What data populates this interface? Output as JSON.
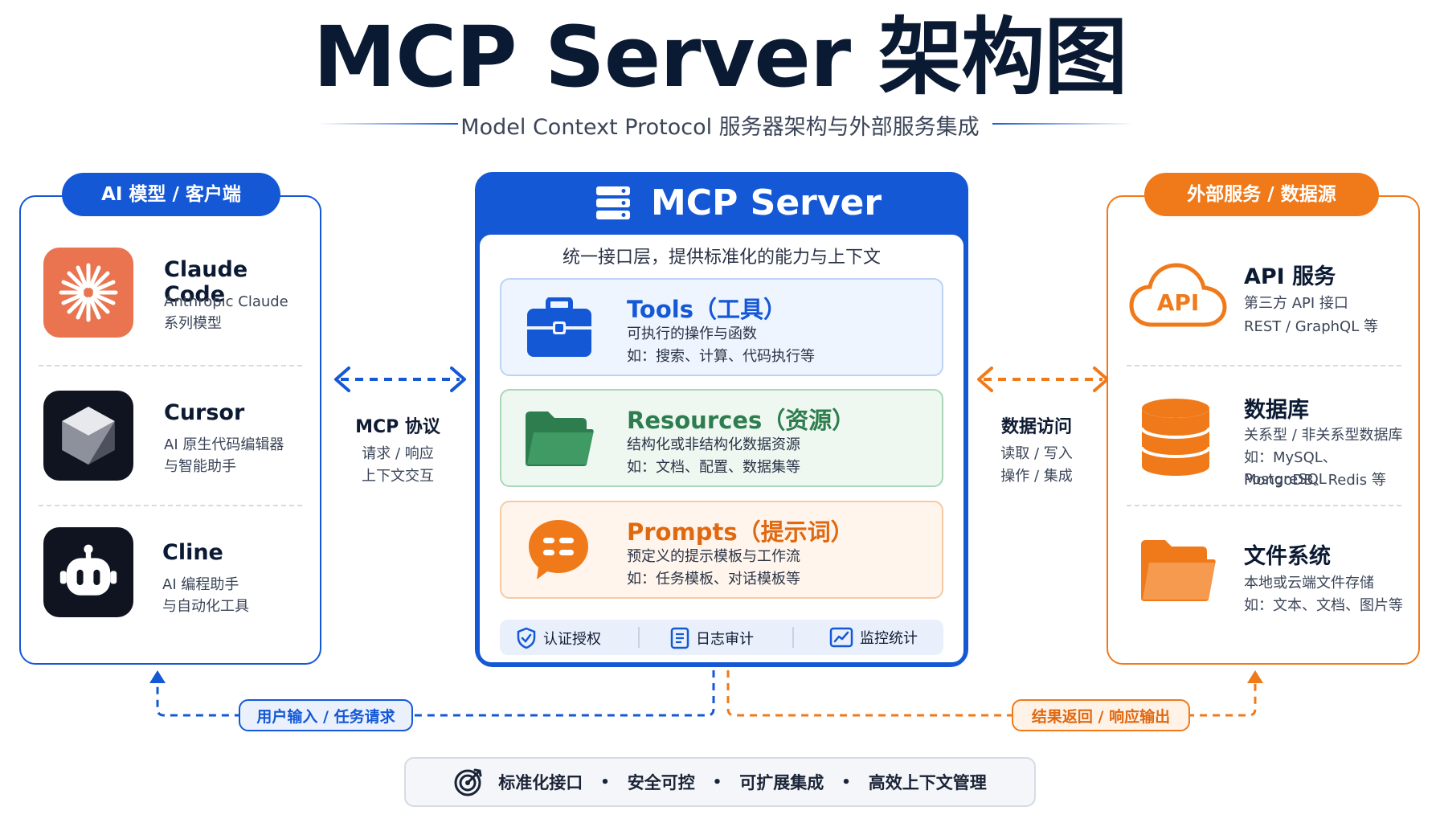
{
  "header": {
    "title": "MCP Server 架构图",
    "subtitle": "Model Context Protocol 服务器架构与外部服务集成"
  },
  "left_panel": {
    "label": "AI 模型 / 客户端",
    "items": [
      {
        "name": "Claude Code",
        "line1": "Anthropic Claude",
        "line2": "系列模型",
        "icon": "claude-sunburst-icon"
      },
      {
        "name": "Cursor",
        "line1": "AI 原生代码编辑器",
        "line2": "与智能助手",
        "icon": "cursor-cube-icon"
      },
      {
        "name": "Cline",
        "line1": "AI 编程助手",
        "line2": "与自动化工具",
        "icon": "robot-icon"
      }
    ]
  },
  "left_link": {
    "label": "MCP 协议",
    "line1": "请求 / 响应",
    "line2": "上下文交互"
  },
  "server": {
    "title": "MCP Server",
    "subtitle": "统一接口层，提供标准化的能力与上下文",
    "capabilities": [
      {
        "title": "Tools（工具）",
        "line1": "可执行的操作与函数",
        "line2": "如：搜索、计算、代码执行等"
      },
      {
        "title": "Resources（资源）",
        "line1": "结构化或非结构化数据资源",
        "line2": "如：文档、配置、数据集等"
      },
      {
        "title": "Prompts（提示词）",
        "line1": "预定义的提示模板与工作流",
        "line2": "如：任务模板、对话模板等"
      }
    ],
    "features": [
      "认证授权",
      "日志审计",
      "监控统计"
    ]
  },
  "right_link": {
    "label": "数据访问",
    "line1": "读取 / 写入",
    "line2": "操作 / 集成"
  },
  "right_panel": {
    "label": "外部服务 / 数据源",
    "api_icon_text": "API",
    "items": [
      {
        "name": "API 服务",
        "line1": "第三方 API 接口",
        "line2": "REST / GraphQL 等",
        "line3": ""
      },
      {
        "name": "数据库",
        "line1": "关系型 / 非关系型数据库",
        "line2": "如：MySQL、PostgreSQL",
        "line3": "MongoDB、Redis 等"
      },
      {
        "name": "文件系统",
        "line1": "本地或云端文件存储",
        "line2": "如：文本、文档、图片等",
        "line3": ""
      }
    ]
  },
  "flows": {
    "left": "用户输入 / 任务请求",
    "right": "结果返回 / 响应输出"
  },
  "footer": {
    "items": [
      "标准化接口",
      "安全可控",
      "可扩展集成",
      "高效上下文管理"
    ],
    "separator": "•"
  },
  "colors": {
    "blue": "#1558d6",
    "orange": "#f07a1a",
    "green": "#2e7d4f",
    "dark": "#0b1a33"
  }
}
